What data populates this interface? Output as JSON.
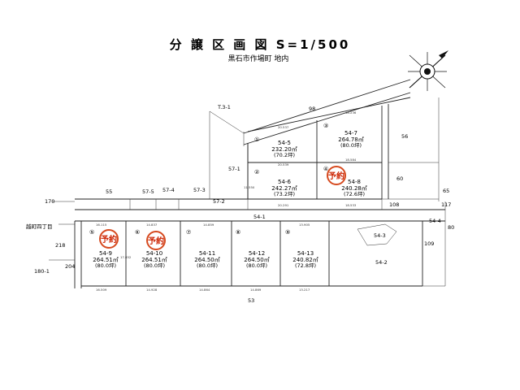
{
  "header": {
    "title": "分 譲 区 画 図 S=1/500",
    "location": "黒石市作場町 地内"
  },
  "lots": [
    {
      "no": "①",
      "name": "54-5",
      "area": "232.20㎡",
      "tsubo": "(70.2坪)",
      "reserved": false
    },
    {
      "no": "②",
      "name": "54-6",
      "area": "242.27㎡",
      "tsubo": "(73.2坪)",
      "reserved": false
    },
    {
      "no": "③",
      "name": "54-7",
      "area": "264.78㎡",
      "tsubo": "(80.0坪)",
      "reserved": false
    },
    {
      "no": "④",
      "name": "54-8",
      "area": "240.28㎡",
      "tsubo": "(72.6坪)",
      "reserved": true
    },
    {
      "no": "⑤",
      "name": "54-9",
      "area": "264.51㎡",
      "tsubo": "(80.0坪)",
      "reserved": true
    },
    {
      "no": "⑥",
      "name": "54-10",
      "area": "264.51㎡",
      "tsubo": "(80.0坪)",
      "reserved": true
    },
    {
      "no": "⑦",
      "name": "54-11",
      "area": "264.50㎡",
      "tsubo": "(80.0坪)",
      "reserved": false
    },
    {
      "no": "⑧",
      "name": "54-12",
      "area": "264.50㎡",
      "tsubo": "(80.0坪)",
      "reserved": false
    },
    {
      "no": "⑨",
      "name": "54-13",
      "area": "240.82㎡",
      "tsubo": "(72.8坪)",
      "reserved": false
    }
  ],
  "reserved_label": "予約",
  "neighbors": {
    "n98": "98",
    "n56": "56",
    "n60": "60",
    "n65": "65",
    "n117": "117",
    "n80": "80",
    "n109": "109",
    "n55": "55",
    "n57_5": "57-5",
    "n57_4": "57-4",
    "n57_3": "57-3",
    "n57_1": "57-1",
    "n170": "170",
    "n180_1": "180-1",
    "n204": "204",
    "n218": "218",
    "n53": "53",
    "n54_1": "54-1",
    "n54_2": "54-2",
    "n54_3": "54-3",
    "n54_4": "54-4",
    "n108": "108",
    "n_t": "T.3-1",
    "road": "越町四丁目",
    "n57_2": "57-2"
  },
  "dims": {
    "d_top1": "18.236",
    "d_top2": "20.537",
    "d_mid1": "20.539",
    "d_mid2": "18.584",
    "d_r1": "20.291",
    "d_r2": "18.533",
    "d_row1": "16.115",
    "d_row2": "14.837",
    "d_row3": "14.859",
    "d_row4": "13.905",
    "d_bot1": "16.509",
    "d_bot2": "14.928",
    "d_bot3": "14.864",
    "d_bot4": "14.869",
    "d_bot5": "13.217",
    "d_v1": "11.550",
    "d_v2": "17.852"
  }
}
